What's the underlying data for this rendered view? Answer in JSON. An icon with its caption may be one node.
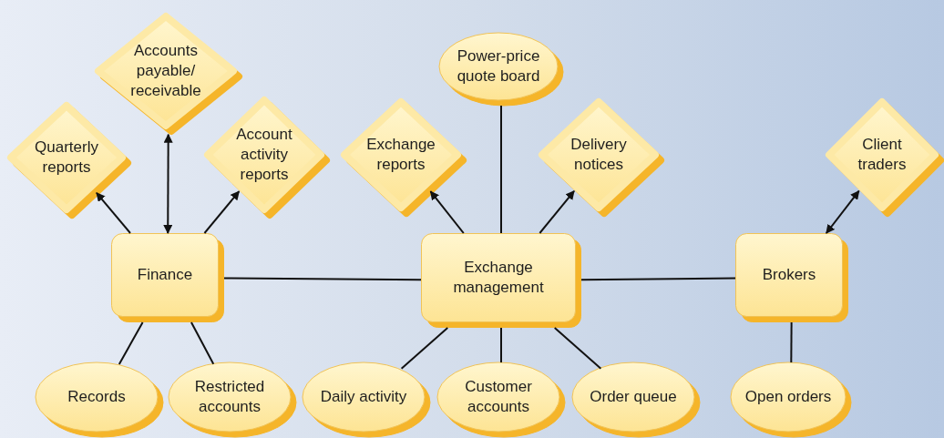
{
  "diagram": {
    "nodes": [
      {
        "text": [
          "Accounts payable/ receivable"
        ]
      },
      {
        "text": [
          "Power-price quote board"
        ]
      },
      {
        "text": [
          "Quarterly reports"
        ]
      },
      {
        "text": [
          "Account activity reports"
        ]
      },
      {
        "text": [
          "Exchange reports"
        ]
      },
      {
        "text": [
          "Delivery notices"
        ]
      },
      {
        "text": [
          "Client traders"
        ]
      },
      {
        "text": [
          "Finance"
        ]
      },
      {
        "text": [
          "Exchange management"
        ]
      },
      {
        "text": [
          "Brokers"
        ]
      },
      {
        "text": [
          "Records"
        ]
      },
      {
        "text": [
          "Restricted accounts"
        ]
      },
      {
        "text": [
          "Daily activity"
        ]
      },
      {
        "text": [
          "Customer accounts"
        ]
      },
      {
        "text": [
          "Order queue"
        ]
      },
      {
        "text": [
          "Open orders"
        ]
      }
    ],
    "edges": [
      {
        "from": 7,
        "to": 2,
        "arrow": "to"
      },
      {
        "from": 7,
        "to": 0,
        "arrow": "both"
      },
      {
        "from": 7,
        "to": 3,
        "arrow": "to"
      },
      {
        "from": 8,
        "to": 4,
        "arrow": "to"
      },
      {
        "from": 1,
        "to": 8,
        "arrow": "none"
      },
      {
        "from": 8,
        "to": 5,
        "arrow": "to"
      },
      {
        "from": 9,
        "to": 6,
        "arrow": "both"
      },
      {
        "from": 7,
        "to": 8,
        "arrow": "none"
      },
      {
        "from": 8,
        "to": 9,
        "arrow": "none"
      },
      {
        "from": 7,
        "to": 10,
        "arrow": "none"
      },
      {
        "from": 7,
        "to": 11,
        "arrow": "none"
      },
      {
        "from": 8,
        "to": 12,
        "arrow": "none"
      },
      {
        "from": 8,
        "to": 13,
        "arrow": "none"
      },
      {
        "from": 8,
        "to": 14,
        "arrow": "none"
      },
      {
        "from": 9,
        "to": 15,
        "arrow": "none"
      }
    ]
  }
}
